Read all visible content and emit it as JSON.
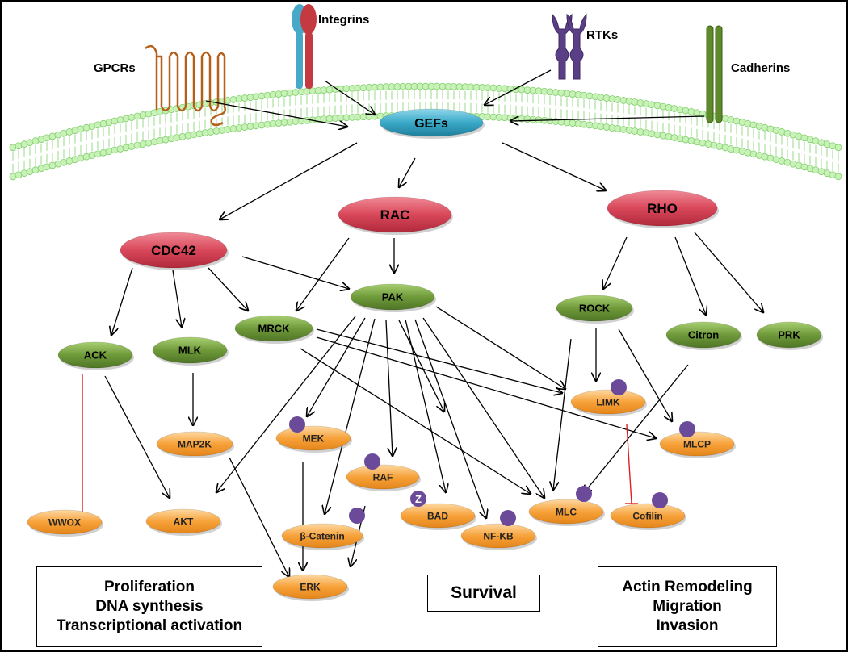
{
  "receptors": {
    "gpcrs": "GPCRs",
    "integrins": "Integrins",
    "rtks": "RTKs",
    "cadherins": "Cadherins"
  },
  "nodes": {
    "gefs": "GEFs",
    "rac": "RAC",
    "rho": "RHO",
    "cdc42": "CDC42",
    "pak": "PAK",
    "rock": "ROCK",
    "mrck": "MRCK",
    "ack": "ACK",
    "mlk": "MLK",
    "citron": "Citron",
    "prk": "PRK",
    "limk": "LIMK",
    "map2k": "MAP2K",
    "mek": "MEK",
    "mlcp": "MLCP",
    "raf": "RAF",
    "wwox": "WWOX",
    "akt": "AKT",
    "bad": "BAD",
    "mlc": "MLC",
    "cofilin": "Cofilin",
    "beta_catenin": "β-Catenin",
    "nfkb": "NF-KB",
    "erk": "ERK"
  },
  "badge_bad": "Z",
  "outcomes": {
    "proliferation": [
      "Proliferation",
      "DNA synthesis",
      "Transcriptional activation"
    ],
    "survival": [
      "Survival"
    ],
    "actin": [
      "Actin Remodeling",
      "Migration",
      "Invasion"
    ]
  },
  "colors": {
    "membrane_head": "#c9f2b8",
    "membrane_stroke": "#7fcf6a",
    "gef_blue": "#3aa9c8",
    "red_node": "#d9475a",
    "green_node": "#6f9a3a",
    "orange_node": "#f7a23a",
    "phospho_dot": "#6b4a9a",
    "inhibit_red": "#e02020"
  }
}
